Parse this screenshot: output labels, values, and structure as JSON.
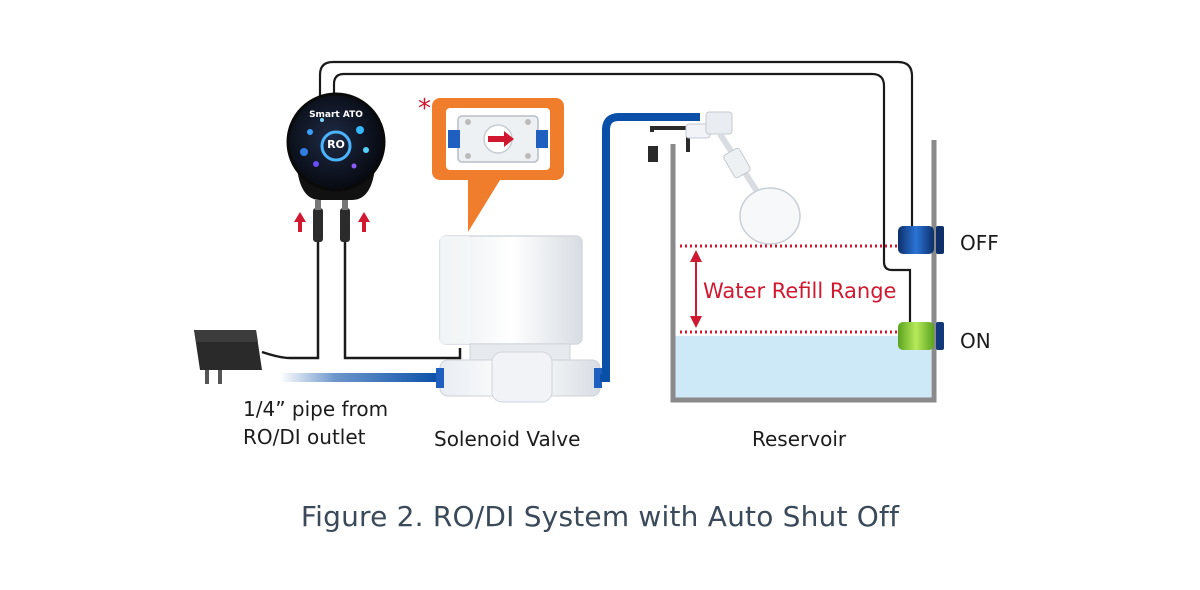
{
  "labels": {
    "pipe_line1": "1/4” pipe from",
    "pipe_line2": "RO/DI outlet",
    "solenoid": "Solenoid Valve",
    "reservoir": "Reservoir",
    "off": "OFF",
    "on": "ON",
    "refill_range": "Water Refill Range",
    "asterisk": "*"
  },
  "controller": {
    "brand": "Smart ATO",
    "mode": "RO"
  },
  "caption": "Figure 2. RO/DI System with Auto Shut Off",
  "colors": {
    "pipe_blue": "#0a4fa8",
    "wire": "#1a1a1a",
    "accent_red": "#d01830",
    "callout_orange": "#f07d2c",
    "water": "#cde8f6",
    "tank_gray": "#8a8a8a",
    "sensor_blue": "#1e5fbf",
    "sensor_green": "#8bd12e"
  }
}
